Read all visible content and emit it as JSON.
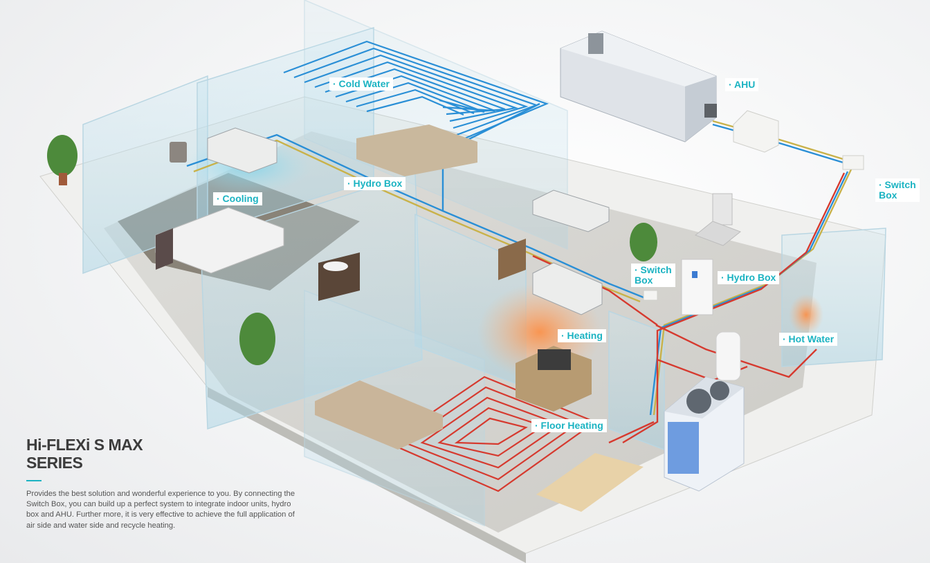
{
  "title": {
    "line1": "Hi-FLEXi S MAX",
    "line2": "SERIES"
  },
  "description": "Provides the best solution and wonderful experience to you. By connecting the Switch Box, you can build up a perfect system to integrate indoor units, hydro box and AHU. Further more, it is very effective to achieve the full application of air side and water side and recycle heating.",
  "labels": {
    "cold_water": "· Cold Water",
    "ahu": "· AHU",
    "switch_box_top": "· Switch\n  Box",
    "hydro_box_left": "· Hydro Box",
    "cooling": "· Cooling",
    "switch_box_mid": "· Switch\n  Box",
    "hydro_box_right": "· Hydro Box",
    "heating": "· Heating",
    "hot_water": "· Hot Water",
    "floor_heating": "· Floor Heating"
  },
  "colors": {
    "accent": "#1bb3c2",
    "cold_pipe": "#2a8fd6",
    "hot_pipe": "#d63a2f",
    "gas_pipe": "#c9b24a"
  }
}
